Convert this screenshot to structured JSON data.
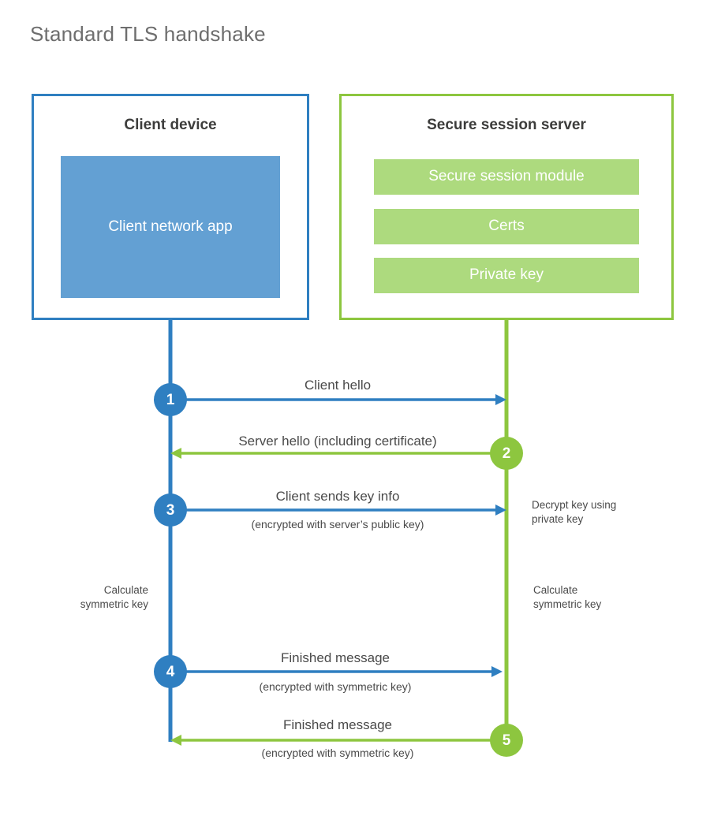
{
  "page": {
    "title": "Standard TLS handshake",
    "background": "#ffffff"
  },
  "colors": {
    "client_blue": "#2f7fc1",
    "client_fill": "#63a0d3",
    "server_green": "#8dc63f",
    "server_fill": "#adda7e",
    "title_gray": "#6e6e6e",
    "text_gray": "#4a4a4a"
  },
  "parties": {
    "client": {
      "title": "Client device",
      "blocks": [
        {
          "label": "Client network app"
        }
      ]
    },
    "server": {
      "title": "Secure session server",
      "blocks": [
        {
          "label": "Secure session module"
        },
        {
          "label": "Certs"
        },
        {
          "label": "Private key"
        }
      ]
    }
  },
  "steps": [
    {
      "number": "1",
      "label": "Client hello",
      "sublabel": "",
      "direction": "client-to-server",
      "color": "#2f7fc1"
    },
    {
      "number": "2",
      "label": "Server hello (including certificate)",
      "sublabel": "",
      "direction": "server-to-client",
      "color": "#8dc63f"
    },
    {
      "number": "3",
      "label": "Client sends key info",
      "sublabel": "(encrypted with server’s public key)",
      "direction": "client-to-server",
      "color": "#2f7fc1"
    },
    {
      "number": "4",
      "label": "Finished message",
      "sublabel": "(encrypted with symmetric key)",
      "direction": "client-to-server",
      "color": "#2f7fc1"
    },
    {
      "number": "5",
      "label": "Finished message",
      "sublabel": "(encrypted with symmetric key)",
      "direction": "server-to-client",
      "color": "#8dc63f"
    }
  ],
  "notes": {
    "server_decrypt": "Decrypt key using\nprivate key",
    "client_calculate": "Calculate\nsymmetric key",
    "server_calculate": "Calculate\nsymmetric key"
  }
}
